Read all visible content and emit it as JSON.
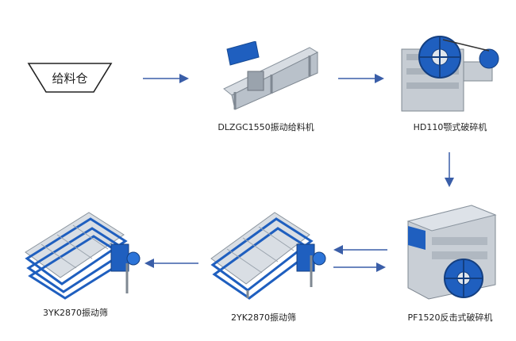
{
  "hopper": {
    "label": "给料仓"
  },
  "machines": {
    "feeder": {
      "label": "DLZGC1550振动给料机"
    },
    "jaw_crusher": {
      "label": "HD110颚式破碎机"
    },
    "impact_crusher": {
      "label": "PF1520反击式破碎机"
    },
    "screen_2yk": {
      "label": "2YK2870振动筛"
    },
    "screen_3yk": {
      "label": "3YK2870振动筛"
    }
  },
  "colors": {
    "arrow": "#3a5ea8",
    "machine_blue": "#1f5fbf",
    "steel": "#c9cfd6"
  }
}
